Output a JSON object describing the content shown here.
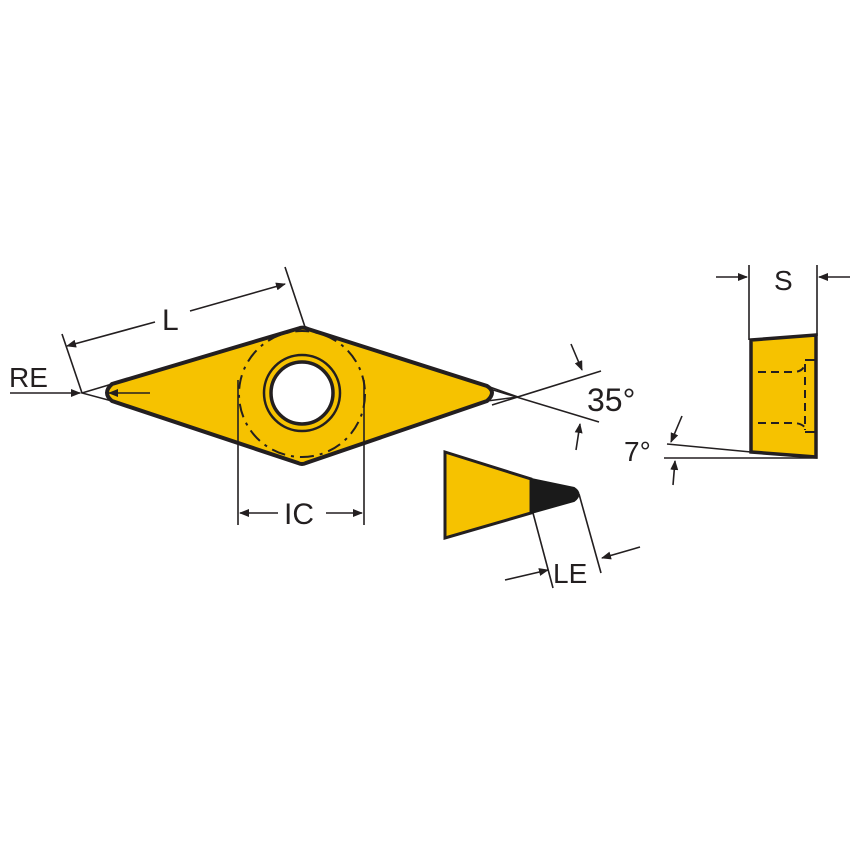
{
  "labels": {
    "length": "L",
    "corner_radius": "RE",
    "inscribed_circle": "IC",
    "nose_angle": "35°",
    "clearance_angle": "7°",
    "thickness": "S",
    "edge_length": "LE"
  },
  "colors": {
    "insert_fill": "#F6C200",
    "outline": "#231f20",
    "edge_prep": "#1a1a1a"
  }
}
